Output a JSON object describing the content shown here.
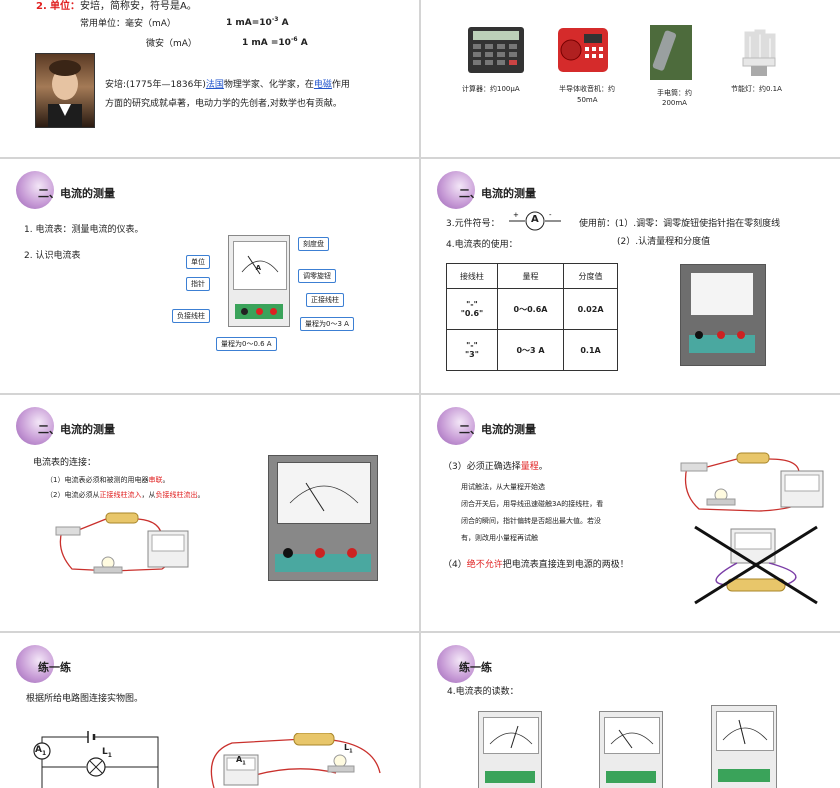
{
  "slide1": {
    "unit_heading_num": "2.",
    "unit_heading": "单位：",
    "unit_desc": "安培，简称安，符号是A。",
    "common_units_label": "常用单位：毫安（mA）",
    "ma_eq": "1 mA=10",
    "ma_exp": "-3",
    "ma_unit": " A",
    "ua_label": "微安（mA）",
    "ua_eq": "1 mA =10",
    "ua_exp": "-6",
    "ua_unit": " A",
    "bio_a": "安培:(1775年—1836年)",
    "bio_link1": "法国",
    "bio_b": "物理学家、化学家，在",
    "bio_link2": "电磁",
    "bio_c": "作用",
    "bio_line2": "方面的研究成就卓著，电动力学的先创者,对数学也有贡献。"
  },
  "slide2": {
    "items": [
      {
        "label": "计算器：约100μA"
      },
      {
        "label": "半导体收音机：约",
        "label2": "50mA"
      },
      {
        "label": "手电筒：约",
        "label2": "200mA"
      },
      {
        "label": "节能灯：约0.1A"
      }
    ]
  },
  "slide3": {
    "title": "二、电流的测量",
    "line1": "1. 电流表：测量电流的仪表。",
    "line2": "2. 认识电流表",
    "callouts": {
      "dial": "刻度盘",
      "unit": "单位",
      "pointer": "指针",
      "zero": "调零旋钮",
      "pos": "正接线柱",
      "neg": "负接线柱",
      "r3": "量程为0～3 A",
      "r06": "量程为0～0.6 A"
    },
    "dial_letter": "A"
  },
  "slide4": {
    "title": "二、电流的测量",
    "symbol_label": "3.元件符号：",
    "symbol_letter": "A",
    "use_label": "4.电流表的使用：",
    "before_use": "使用前：(1）.调零：调零旋钮使指针指在零刻度线",
    "before_use2": "(2）.认清量程和分度值",
    "table": {
      "headers": [
        "接线柱",
        "量程",
        "分度值"
      ],
      "rows": [
        [
          "\"-\"",
          "\"0.6\"",
          "0～0.6A",
          "0.02A"
        ],
        [
          "\"-\"",
          "\"3\"",
          "0～3 A",
          "0.1A"
        ]
      ]
    }
  },
  "slide5": {
    "title": "二、电流的测量",
    "connect_title": "电流表的连接：",
    "rule1a": "（1）电流表必须和被测的用电器",
    "rule1b": "串联",
    "rule1c": "。",
    "rule2a": "（2）电流必须从",
    "rule2b": "正接线柱流入",
    "rule2c": "，从",
    "rule2d": "负接线柱流出",
    "rule2e": "。"
  },
  "slide6": {
    "title": "二、电流的测量",
    "item3a": "（3）必须正确选择",
    "item3b": "量程",
    "item3c": "。",
    "trial1": "用试触法，从大量程开始选",
    "trial2": "闭合开关后，用导线迅速碰触3A的接线柱，看",
    "trial3": "闭合的瞬间，指针偏转是否超出最大值。若没",
    "trial4": "有，则改用小量程再试触",
    "item4a": "（4）",
    "item4b": "绝不允许",
    "item4c": "把电流表直接连到电源的两极！"
  },
  "slide7": {
    "title": "练一练",
    "instruction": "根据所给电路图连接实物图。",
    "a1": "A",
    "a1_sub": "1",
    "l1": "L",
    "l1_sub": "1"
  },
  "slide8": {
    "title": "练一练",
    "line": "4.电流表的读数："
  }
}
